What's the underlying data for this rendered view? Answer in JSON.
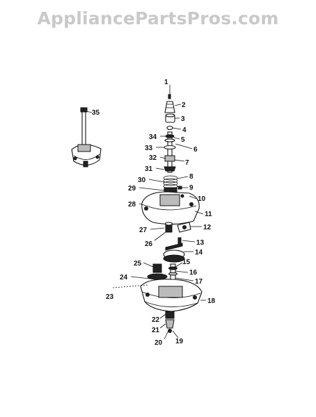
{
  "watermark": {
    "text": "AppliancePartsPros.com",
    "color": "#c9c9c9"
  },
  "callouts": [
    {
      "num": "1"
    },
    {
      "num": "2"
    },
    {
      "num": "3"
    },
    {
      "num": "4"
    },
    {
      "num": "5"
    },
    {
      "num": "6"
    },
    {
      "num": "7"
    },
    {
      "num": "8"
    },
    {
      "num": "9"
    },
    {
      "num": "10"
    },
    {
      "num": "11"
    },
    {
      "num": "12"
    },
    {
      "num": "13"
    },
    {
      "num": "14"
    },
    {
      "num": "15"
    },
    {
      "num": "16"
    },
    {
      "num": "17"
    },
    {
      "num": "18"
    },
    {
      "num": "19"
    },
    {
      "num": "20"
    },
    {
      "num": "21"
    },
    {
      "num": "22"
    },
    {
      "num": "23"
    },
    {
      "num": "24"
    },
    {
      "num": "25"
    },
    {
      "num": "26"
    },
    {
      "num": "27"
    },
    {
      "num": "28"
    },
    {
      "num": "29"
    },
    {
      "num": "30"
    },
    {
      "num": "31"
    },
    {
      "num": "32"
    },
    {
      "num": "33"
    },
    {
      "num": "34"
    },
    {
      "num": "35"
    }
  ]
}
